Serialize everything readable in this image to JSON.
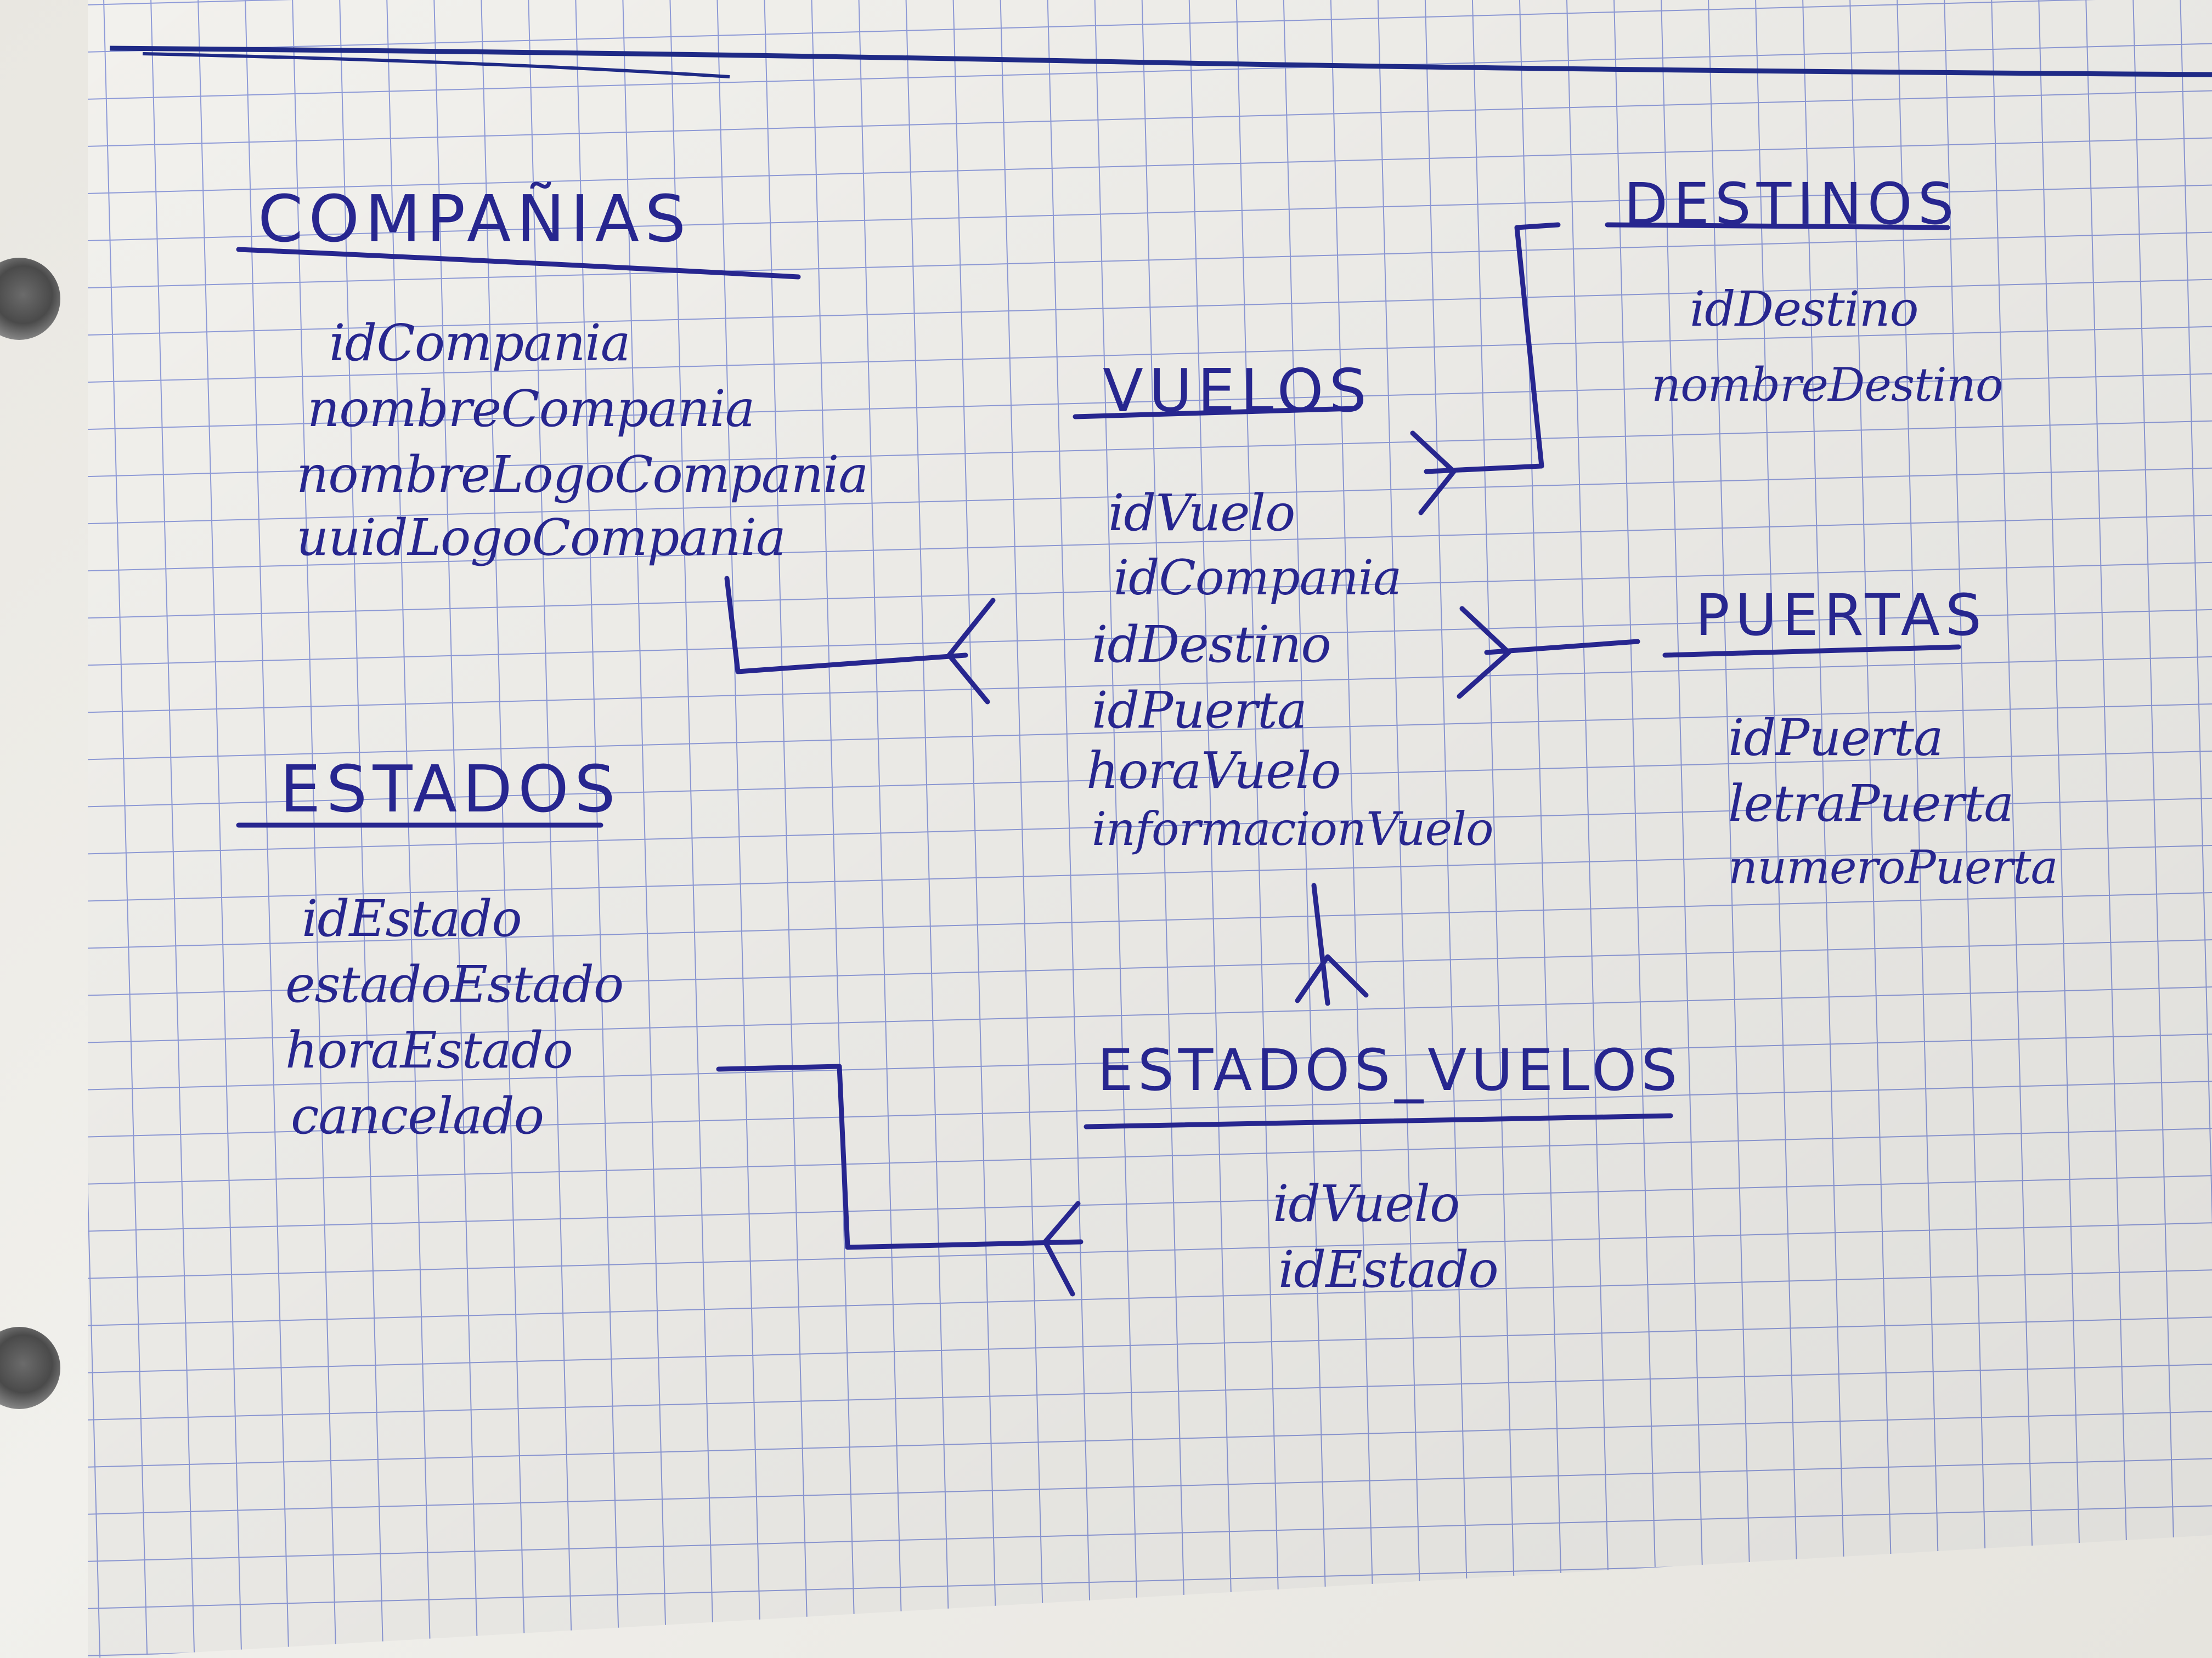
{
  "diagram": {
    "entities": {
      "companias": {
        "title": "COMPAÑIAS",
        "attributes": [
          "idCompania",
          "nombreCompania",
          "nombreLogoCompania",
          "uuidLogoCompania"
        ]
      },
      "destinos": {
        "title": "DESTINOS",
        "attributes": [
          "idDestino",
          "nombreDestino"
        ]
      },
      "vuelos": {
        "title": "VUELOS",
        "attributes": [
          "idVuelo",
          "idCompania",
          "idDestino",
          "idPuerta",
          "horaVuelo",
          "informacionVuelo"
        ]
      },
      "puertas": {
        "title": "PUERTAS",
        "attributes": [
          "idPuerta",
          "letraPuerta",
          "numeroPuerta"
        ]
      },
      "estados": {
        "title": "ESTADOS",
        "attributes": [
          "idEstado",
          "estadoEstado",
          "horaEstado",
          "cancelado"
        ]
      },
      "estados_vuelos": {
        "title": "ESTADOS_VUELOS",
        "attributes": [
          "idVuelo",
          "idEstado"
        ]
      }
    },
    "relationships": [
      {
        "from": "companias",
        "to": "vuelos",
        "cardinality": "one-to-many"
      },
      {
        "from": "destinos",
        "to": "vuelos",
        "cardinality": "one-to-many"
      },
      {
        "from": "puertas",
        "to": "vuelos",
        "cardinality": "one-to-many"
      },
      {
        "from": "vuelos",
        "to": "estados_vuelos",
        "cardinality": "one-to-many"
      },
      {
        "from": "estados",
        "to": "estados_vuelos",
        "cardinality": "one-to-many"
      }
    ],
    "ink_color": "#27268f",
    "grid_color": "#8f9bd8",
    "paper_color": "#f1f0ec"
  }
}
